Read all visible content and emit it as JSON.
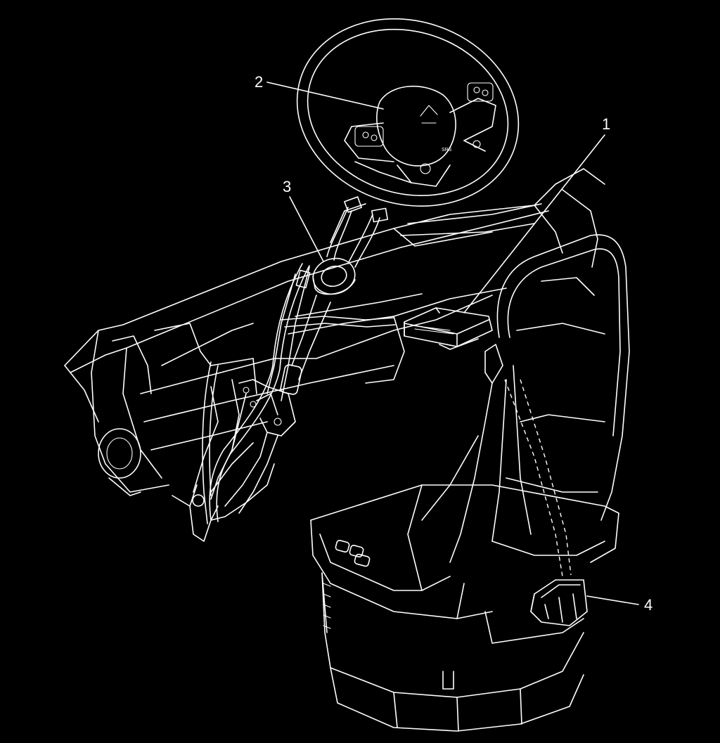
{
  "colors": {
    "background": "#000000",
    "line": "#ffffff"
  },
  "callouts": [
    {
      "id": "1",
      "label": "1"
    },
    {
      "id": "2",
      "label": "2"
    },
    {
      "id": "3",
      "label": "3"
    },
    {
      "id": "4",
      "label": "4"
    }
  ],
  "wheel_badge": "SRS"
}
